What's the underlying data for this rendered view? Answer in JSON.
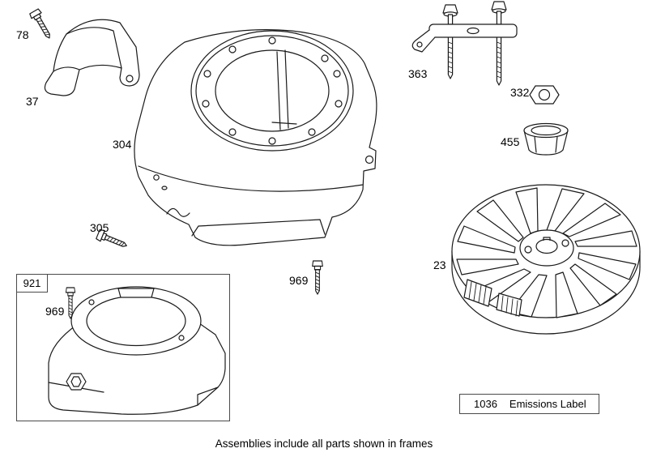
{
  "diagram": {
    "caption": "Assemblies include all parts shown in frames",
    "colors": {
      "line": "#1a1a1a",
      "background": "#ffffff",
      "frame_border": "#4a4a4a"
    },
    "part_labels": {
      "p78": "78",
      "p37": "37",
      "p304": "304",
      "p305": "305",
      "p363": "363",
      "p332": "332",
      "p455": "455",
      "p23": "23",
      "p969_main": "969",
      "p969_frame": "969"
    },
    "frames": {
      "assembly": {
        "number": "921"
      },
      "emissions": {
        "number": "1036",
        "label": "Emissions Label"
      }
    }
  }
}
